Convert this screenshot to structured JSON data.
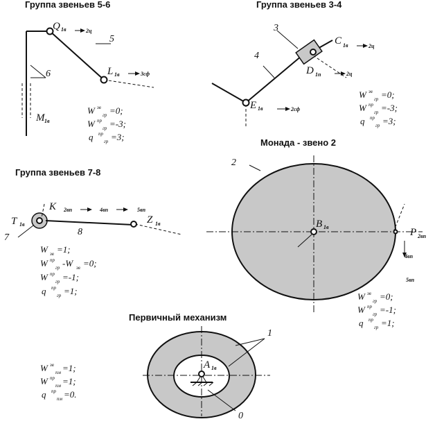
{
  "titles": {
    "group56": "Группа звеньев 5-6",
    "group34": "Группа звеньев 3-4",
    "group78": "Группа звеньев 7-8",
    "monad": "Монада - звено 2",
    "primary": "Первичный механизм"
  },
  "g56": {
    "q_main": "Q",
    "q_sub": "1в",
    "q_arrow": "2ц",
    "l_main": "L",
    "l_sub": "1в",
    "l_arrow": "3сф",
    "m_main": "M",
    "m_sub": "1в",
    "n5": "5",
    "n6": "6",
    "f1": "W",
    "f1s": "зв",
    "f1i": "гр",
    "f1r": "=0;",
    "f2": "W",
    "f2s": "пр",
    "f2i": "гр",
    "f2r": "=-3;",
    "f3": "q",
    "f3s": "пр",
    "f3i": "гр",
    "f3r": "=3;"
  },
  "g34": {
    "c_main": "C",
    "c_sub": "1в",
    "c_arrow": "2ц",
    "d_main": "D",
    "d_sub": "1п",
    "d_arrow": "2ц",
    "e_main": "E",
    "e_sub": "1в",
    "e_arrow": "2сф",
    "n3": "3",
    "n4": "4",
    "f1": "W",
    "f1s": "зв",
    "f1i": "гр",
    "f1r": "=0;",
    "f2": "W",
    "f2s": "пр",
    "f2i": "гр",
    "f2r": "=-3;",
    "f3": "q",
    "f3s": "пр",
    "f3i": "гр",
    "f3r": "=3;"
  },
  "g78": {
    "t_main": "T",
    "t_sub": "1в",
    "k_main": "K",
    "k_a1": "2вп",
    "k_a2": "4вп",
    "k_a3": "5вп",
    "z_main": "Z",
    "z_sub": "1в",
    "n7": "7",
    "n8": "8",
    "f1": "W",
    "f1i": "зв",
    "f1r": "=1;",
    "f2": "W",
    "f2s": "пр",
    "f2i": "гр",
    "f2m": "-W",
    "f2mi": "зв",
    "f2r": "=0;",
    "f3": "W",
    "f3s": "пр",
    "f3i": "гр",
    "f3r": "=-1;",
    "f4": "q",
    "f4s": "пр",
    "f4i": "гр",
    "f4r": "=1;"
  },
  "monad": {
    "n2": "2",
    "b_main": "B",
    "b_sub": "1в",
    "p_main": "P",
    "p_sub": "2вп",
    "arr1": "4вп",
    "arr2": "5вп",
    "f1": "W",
    "f1s": "зв",
    "f1i": "гр",
    "f1r": "=0;",
    "f2": "W",
    "f2s": "пр",
    "f2i": "гр",
    "f2r": "=-1;",
    "f3": "q",
    "f3s": "пр",
    "f3i": "гр",
    "f3r": "=1;"
  },
  "primary": {
    "n1": "1",
    "n0": "0",
    "a_main": "A",
    "a_sub": "1в",
    "f1": "W",
    "f1s": "зв",
    "f1i": "пм",
    "f1r": "=1;",
    "f2": "W",
    "f2s": "пр",
    "f2i": "пм",
    "f2r": "=1;",
    "f3": "q",
    "f3s": "пр",
    "f3i": "пм",
    "f3r": "=0."
  },
  "colors": {
    "fill": "#c8c8c8",
    "ink": "#111111",
    "bg": "#ffffff"
  }
}
